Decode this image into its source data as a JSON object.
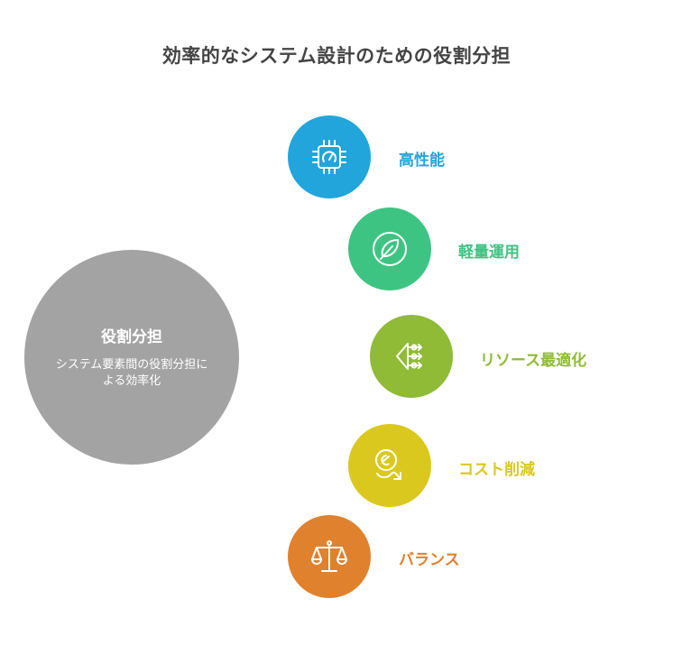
{
  "title": "効率的なシステム設計のための役割分担",
  "hub": {
    "title": "役割分担",
    "description": "システム要素間の役割分担による効率化"
  },
  "items": [
    {
      "label": "高性能",
      "icon": "cpu-speed-icon",
      "color": "#21a5db"
    },
    {
      "label": "軽量運用",
      "icon": "leaf-icon",
      "color": "#3dc482"
    },
    {
      "label": "リソース最適化",
      "icon": "distribution-icon",
      "color": "#8fbb37"
    },
    {
      "label": "コスト削減",
      "icon": "cost-reduction-icon",
      "color": "#dbc81f"
    },
    {
      "label": "バランス",
      "icon": "balance-scale-icon",
      "color": "#e0812e"
    }
  ]
}
